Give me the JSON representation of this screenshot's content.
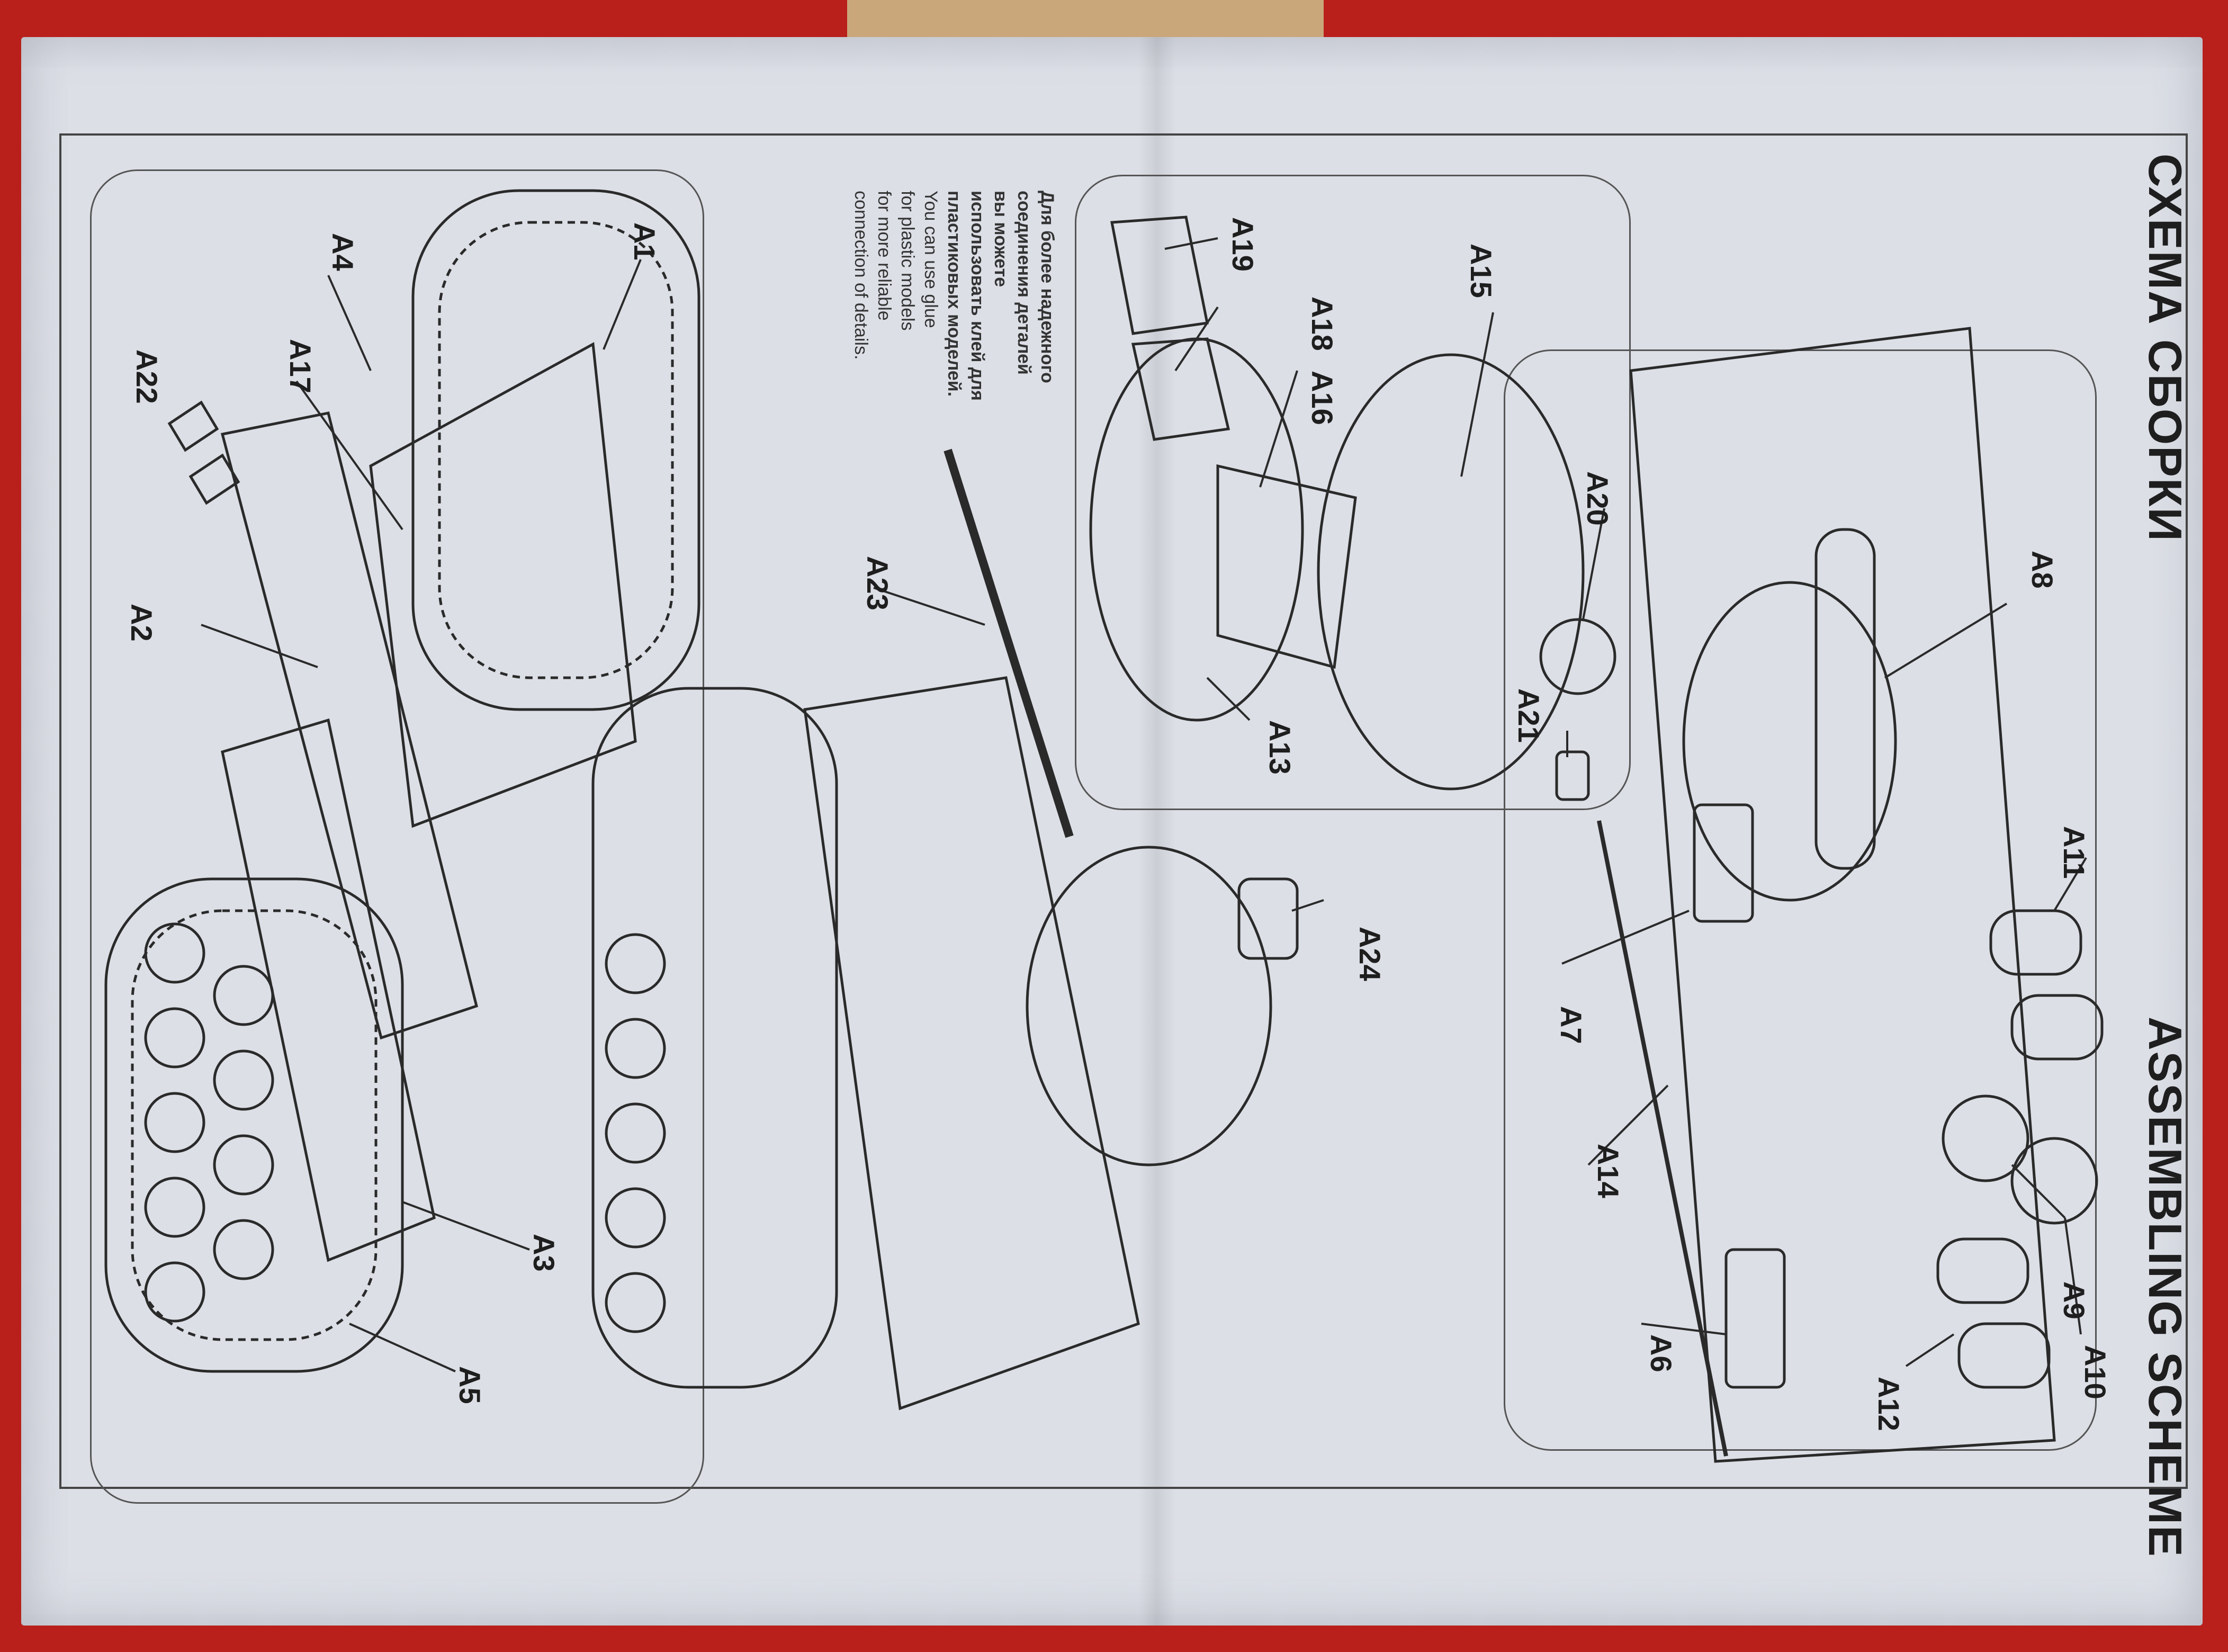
{
  "titles": {
    "ru": "СХЕМА СБОРКИ",
    "en": "ASSEMBLING SCHEME"
  },
  "note": {
    "ru_lines": [
      "Для более надежного",
      "соединения деталей",
      "вы можете",
      "использовать клей для",
      "пластиковых моделей."
    ],
    "en_lines": [
      "You can use glue",
      "for plastic models",
      "for more reliable",
      "connection of details."
    ]
  },
  "parts": {
    "A1": "A1",
    "A2": "A2",
    "A3": "A3",
    "A4": "A4",
    "A5": "A5",
    "A6": "A6",
    "A7": "A7",
    "A8": "A8",
    "A9": "A9",
    "A10": "A10",
    "A11": "A11",
    "A12": "A12",
    "A13": "A13",
    "A14": "A14",
    "A15": "A15",
    "A16": "A16",
    "A17": "A17",
    "A18": "A18",
    "A19": "A19",
    "A20": "A20",
    "A21": "A21",
    "A22": "A22",
    "A23": "A23",
    "A24": "A24"
  },
  "colors": {
    "background": "#b9201b",
    "paper": "#dcdfe6",
    "ink": "#1e1e1e"
  }
}
